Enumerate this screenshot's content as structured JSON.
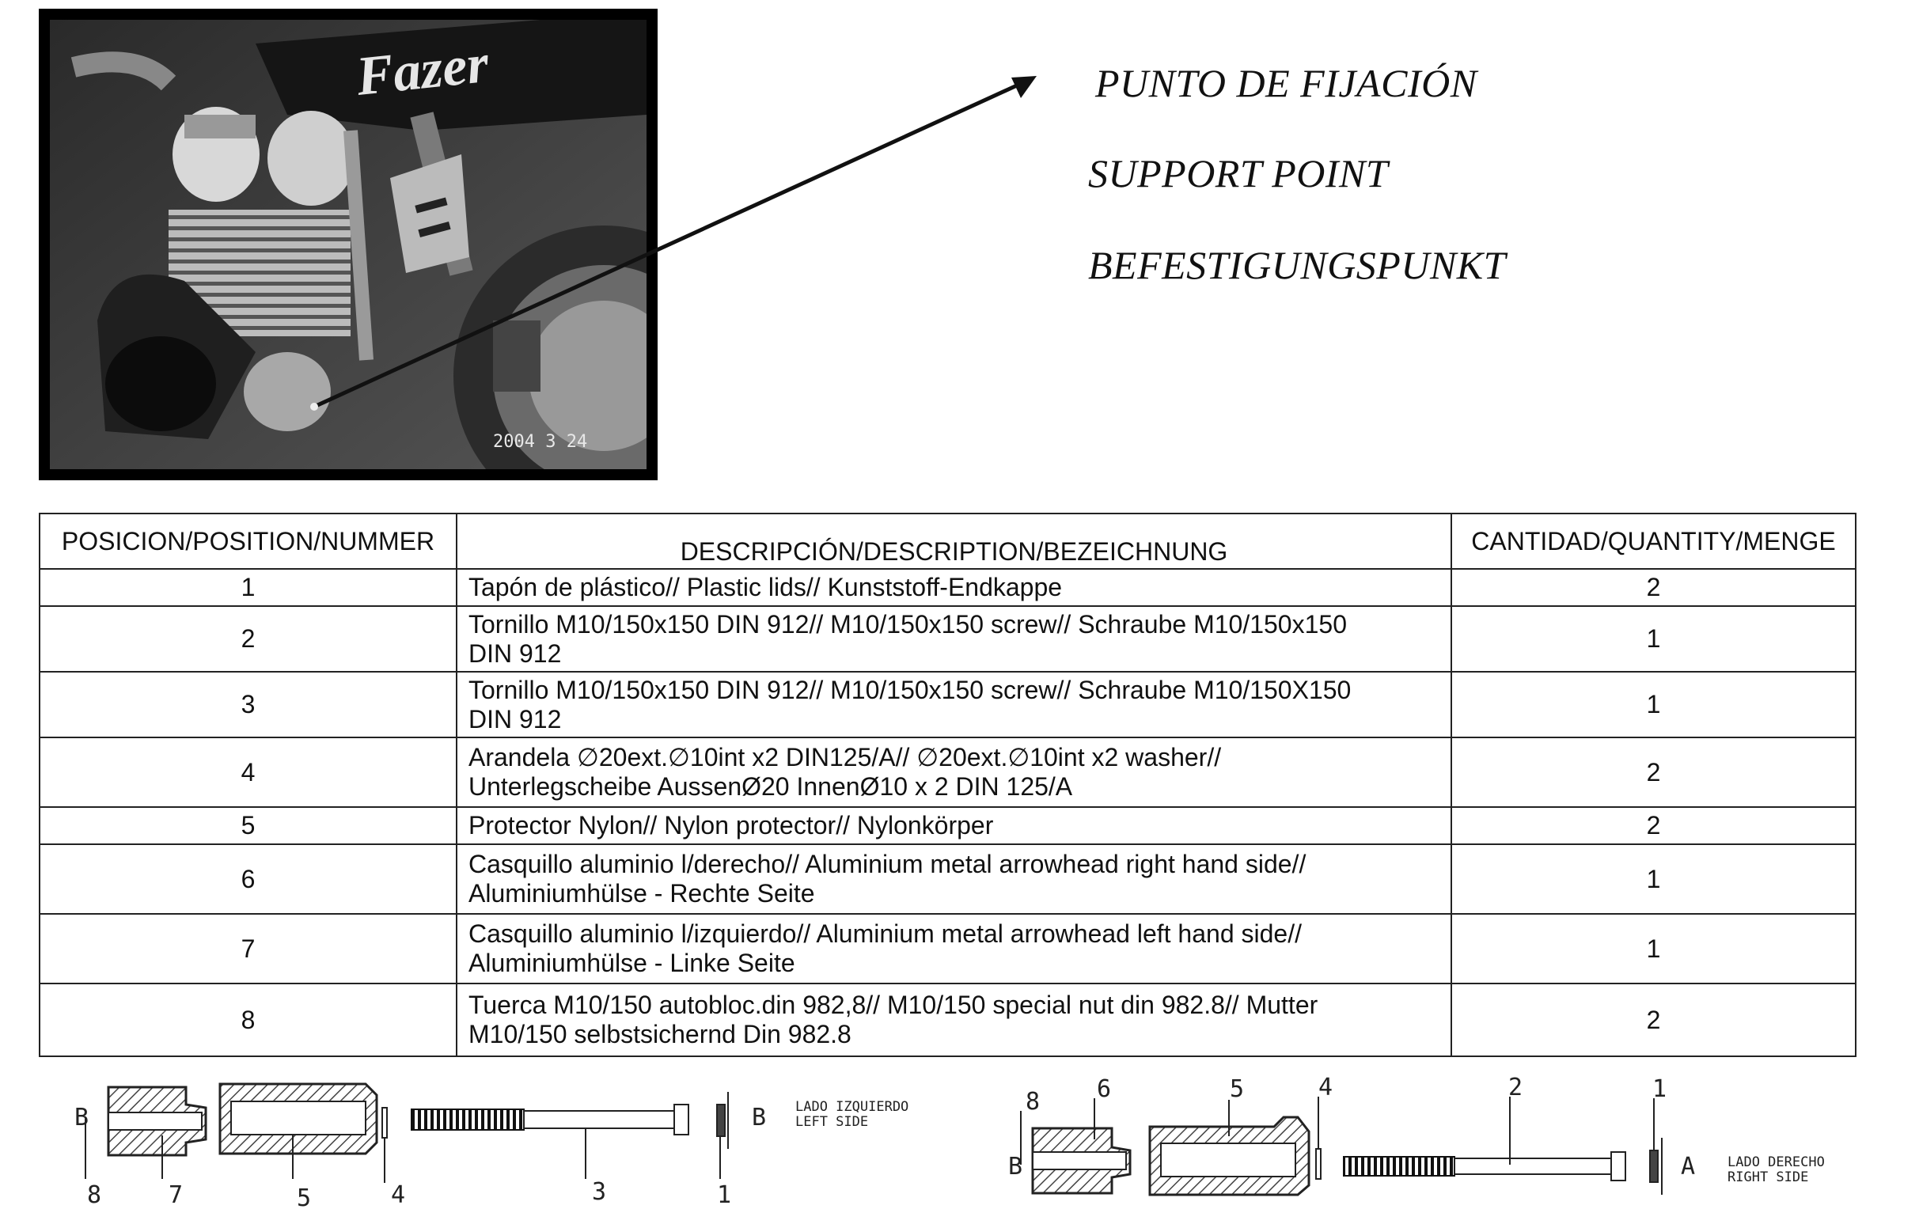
{
  "captions": {
    "es": "PUNTO DE FIJACIÓN",
    "en": "SUPPORT POINT",
    "de": "BEFESTIGUNGSPUNKT"
  },
  "photo": {
    "logo_text": "Fazer",
    "date_stamp": "2004  3  24"
  },
  "table": {
    "headers": {
      "position": "POSICION/POSITION/NUMMER",
      "description": "DESCRIPCIÓN/DESCRIPTION/BEZEICHNUNG",
      "quantity": "CANTIDAD/QUANTITY/MENGE"
    },
    "rows": [
      {
        "pos": "1",
        "line1": "Tapón de plástico//  Plastic lids// Kunststoff-Endkappe",
        "line2": "",
        "qty": "2"
      },
      {
        "pos": "2",
        "line1": "Tornillo M10/150x150 DIN 912// M10/150x150 screw// Schraube M10/150x150",
        "line2": "DIN 912",
        "qty": "1"
      },
      {
        "pos": "3",
        "line1": "Tornillo M10/150x150 DIN 912// M10/150x150 screw// Schraube M10/150X150",
        "line2": "DIN 912",
        "qty": "1"
      },
      {
        "pos": "4",
        "line1": "Arandela ∅20ext.∅10int x2 DIN125/A// ∅20ext.∅10int x2 washer//",
        "line2": "Unterlegscheibe AussenØ20 InnenØ10 x 2 DIN 125/A",
        "qty": "2"
      },
      {
        "pos": "5",
        "line1": "Protector Nylon// Nylon protector// Nylonkörper",
        "line2": "",
        "qty": "2"
      },
      {
        "pos": "6",
        "line1": "Casquillo aluminio l/derecho// Aluminium metal arrowhead right hand side//",
        "line2": "Aluminiumhülse  - Rechte Seite",
        "qty": "1"
      },
      {
        "pos": "7",
        "line1": "Casquillo aluminio l/izquierdo// Aluminium metal arrowhead left hand side//",
        "line2": "Aluminiumhülse  - Linke Seite",
        "qty": "1"
      },
      {
        "pos": "8",
        "line1": "Tuerca M10/150 autobloc.din 982,8// M10/150 special nut din 982.8// Mutter",
        "line2": "M10/150 selbstsichernd Din 982.8",
        "qty": "2"
      }
    ]
  },
  "diagram": {
    "left": {
      "letter_start": "B",
      "letter_end": "B",
      "side_es": "LADO IZQUIERDO",
      "side_en": "LEFT SIDE",
      "numbers": [
        "8",
        "7",
        "5",
        "4",
        "3",
        "1"
      ]
    },
    "right": {
      "letter_start": "B",
      "letter_end": "A",
      "side_es": "LADO DERECHO",
      "side_en": "RIGHT SIDE",
      "numbers": [
        "8",
        "6",
        "5",
        "4",
        "2",
        "1"
      ]
    }
  }
}
